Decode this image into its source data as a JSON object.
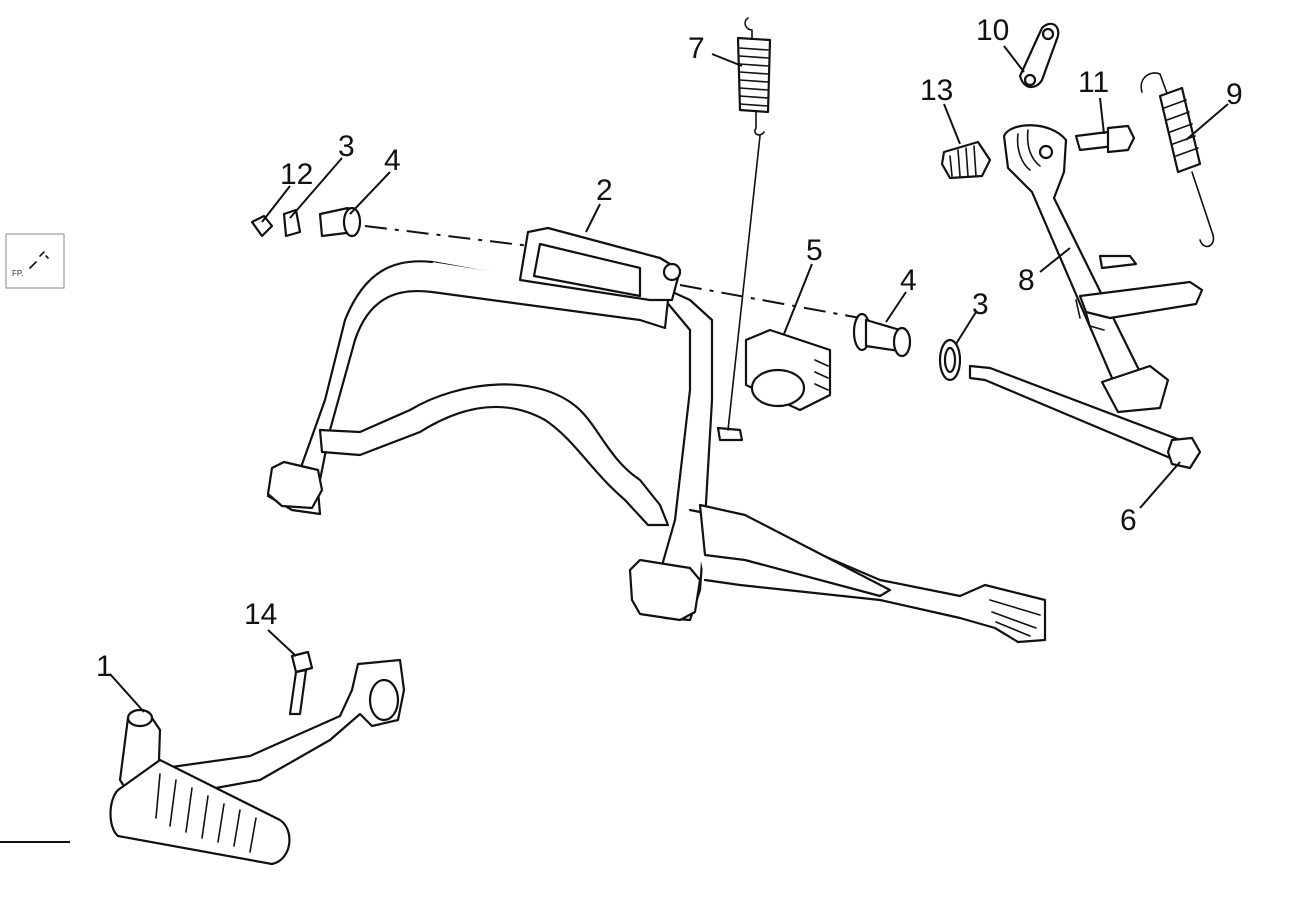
{
  "thumbnail": {
    "label": "FP."
  },
  "callouts": {
    "c1": "1",
    "c2": "2",
    "c3a": "3",
    "c3b": "3",
    "c4a": "4",
    "c4b": "4",
    "c5": "5",
    "c6": "6",
    "c7": "7",
    "c8": "8",
    "c9": "9",
    "c10": "10",
    "c11": "11",
    "c12": "12",
    "c13": "13",
    "c14": "14"
  }
}
